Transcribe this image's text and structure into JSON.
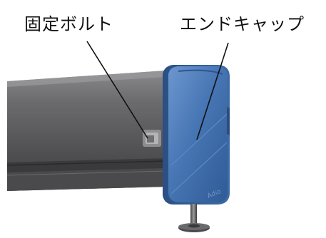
{
  "labels": {
    "fixing_bolt": "固定ボルト",
    "end_cap": "エンドキャップ"
  },
  "colors": {
    "housing": "#5a5a5c",
    "end_cap": "#3d6ba8",
    "leader_line": "#111111"
  },
  "embossed_text": "Adio"
}
